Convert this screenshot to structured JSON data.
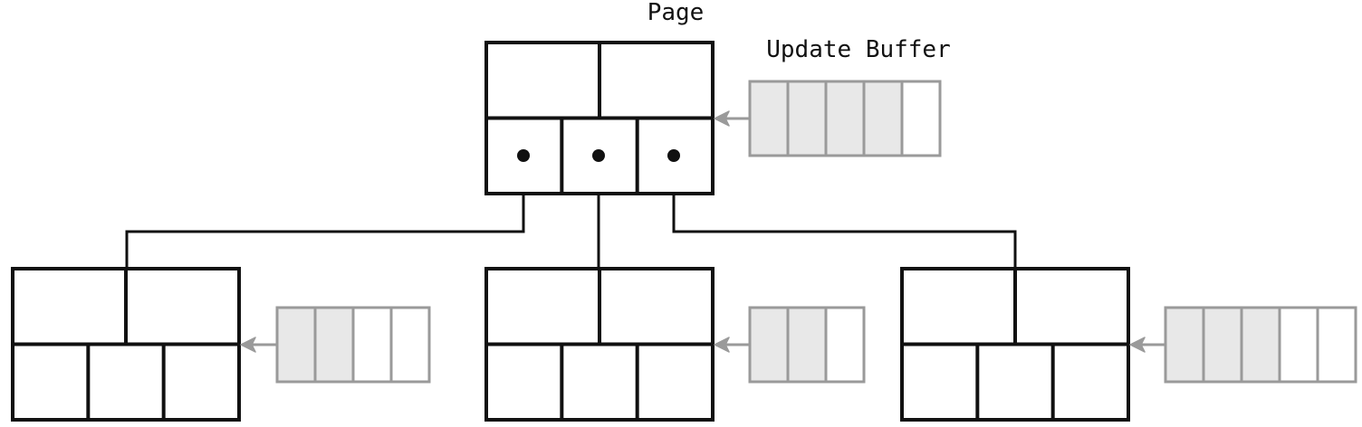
{
  "labels": {
    "page": "Page",
    "update_buffer": "Update Buffer"
  },
  "colors": {
    "page_stroke": "#111111",
    "buffer_stroke": "#9a9a9a",
    "buffer_filled": "#e8e8e8",
    "buffer_empty": "#ffffff"
  },
  "root": {
    "top_cells": 2,
    "bottom_cells": 3,
    "pointer_cells": [
      0,
      1,
      2
    ],
    "buffer": {
      "slots": 5,
      "filled": 4
    }
  },
  "children": [
    {
      "name": "left",
      "top_cells": 2,
      "bottom_cells": 3,
      "buffer": {
        "slots": 4,
        "filled": 2
      }
    },
    {
      "name": "middle",
      "top_cells": 2,
      "bottom_cells": 3,
      "buffer": {
        "slots": 3,
        "filled": 2
      }
    },
    {
      "name": "right",
      "top_cells": 2,
      "bottom_cells": 3,
      "buffer": {
        "slots": 5,
        "filled": 3
      }
    }
  ]
}
